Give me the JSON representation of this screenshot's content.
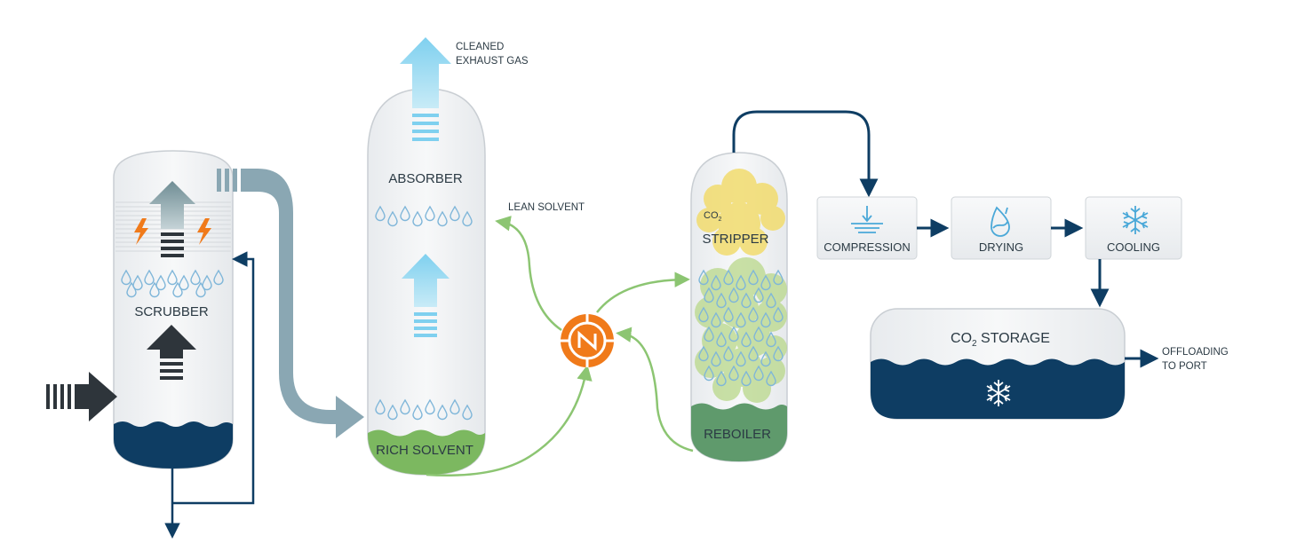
{
  "labels": {
    "cleaned_exhaust_1": "CLEANED",
    "cleaned_exhaust_2": "EXHAUST GAS",
    "absorber": "ABSORBER",
    "lean_solvent": "LEAN SOLVENT",
    "scrubber": "SCRUBBER",
    "rich_solvent": "RICH SOLVENT",
    "co2_small": "CO",
    "co2_small_sub": "2",
    "stripper": "STRIPPER",
    "reboiler": "REBOILER",
    "compression": "COMPRESSION",
    "drying": "DRYING",
    "cooling": "COOLING",
    "storage_prefix": "CO",
    "storage_sub": "2",
    "storage_suffix": " STORAGE",
    "offloading_1": "OFFLOADING",
    "offloading_2": "TO PORT"
  },
  "colors": {
    "vessel_fill": "#eef0f2",
    "vessel_stroke": "#c9ced3",
    "navy": "#0e3d63",
    "green_liquid": "#7cb860",
    "green_line": "#8cc572",
    "gray_pipe": "#8aa7b3",
    "light_blue": "#7fd0ef",
    "dark_arrow": "#2e353b",
    "heat_exchanger": "#f07a1a",
    "yellow_cloud": "#f2dc6e"
  },
  "icons": [
    "lightning-icon",
    "compression-icon",
    "drying-icon",
    "snowflake-icon",
    "heat-exchanger-icon"
  ]
}
